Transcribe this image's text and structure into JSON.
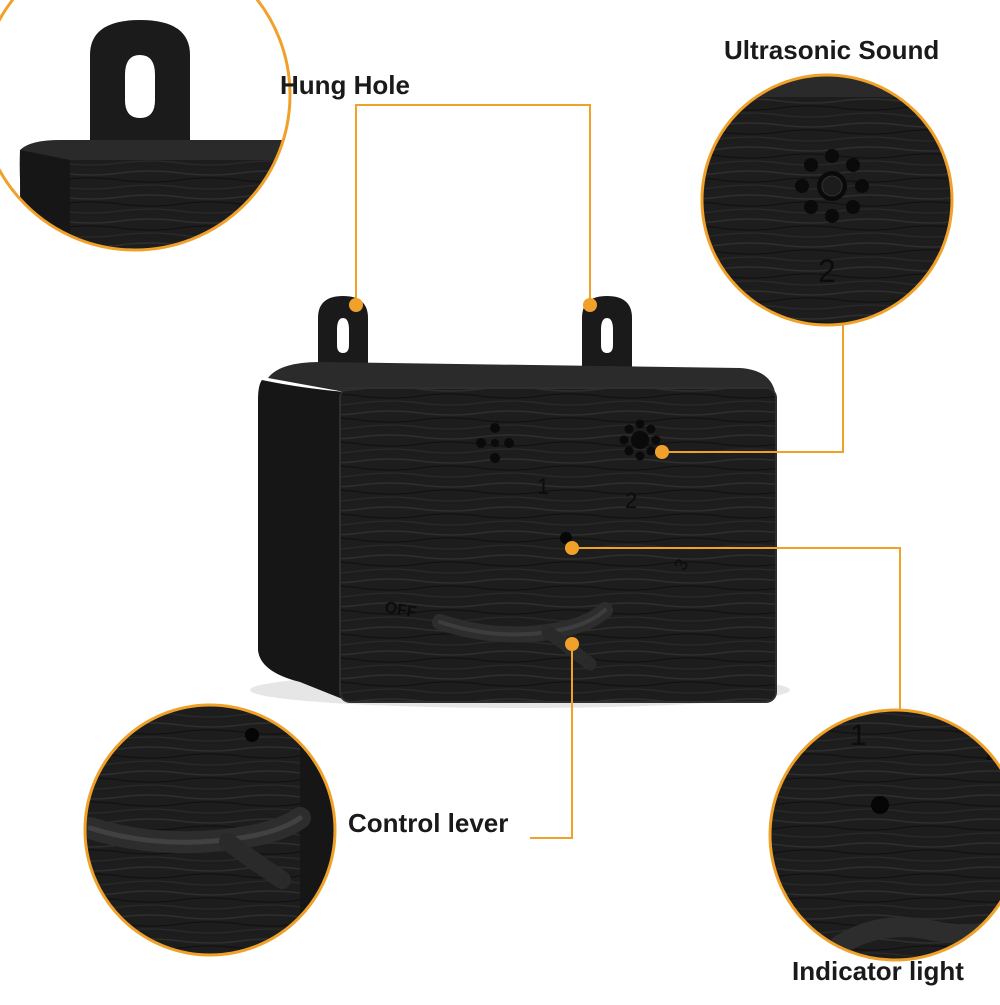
{
  "colors": {
    "accent": "#f0a12a",
    "device": "#1c1c1c",
    "device_edge": "#2e2e2e",
    "background": "#ffffff"
  },
  "callouts": {
    "hung_hole": {
      "label": "Hung Hole"
    },
    "ultrasonic_sound": {
      "label": "Ultrasonic Sound"
    },
    "control_lever": {
      "label": "Control lever"
    },
    "indicator_light": {
      "label": "Indicator light"
    }
  },
  "device": {
    "markings": {
      "mode_1": "1",
      "mode_2": "2",
      "mode_3": "3",
      "off": "OFF"
    }
  }
}
